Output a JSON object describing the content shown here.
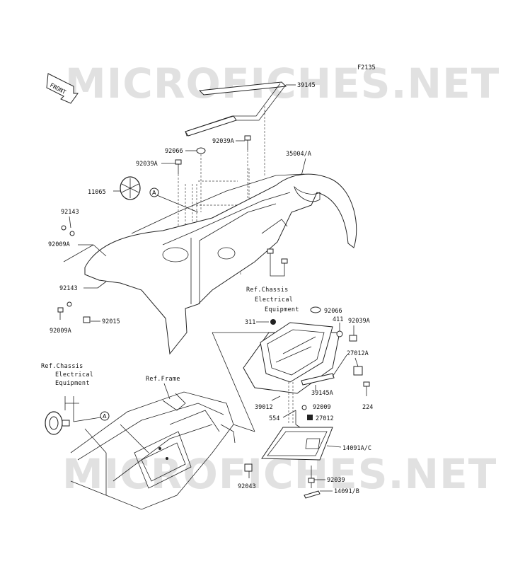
{
  "diagram_id": "F2135",
  "watermark": "MICROFICHES.NET",
  "front_arrow": "FRONT",
  "callout_marker": "A",
  "parts": {
    "p39145": "39145",
    "p92066_top": "92066",
    "p92039A_top": "92039A",
    "p92039A_left": "92039A",
    "p35004A": "35004/A",
    "p11065": "11065",
    "p92143_top": "92143",
    "p92009A_top": "92009A",
    "p92143_mid": "92143",
    "p92009A_bot": "92009A",
    "p92015": "92015",
    "p92066_right": "92066",
    "p311": "311",
    "p411": "411",
    "p92039A_right": "92039A",
    "p27012A": "27012A",
    "p39145A": "39145A",
    "p224": "224",
    "p39012": "39012",
    "p92009": "92009",
    "p554": "554",
    "p27012": "27012",
    "p14091AC": "14091A/C",
    "p92043": "92043",
    "p92039": "92039",
    "p14091B": "14091/B"
  },
  "refs": {
    "chassis_right": [
      "Ref.Chassis",
      "Electrical",
      "Equipment"
    ],
    "chassis_left": [
      "Ref.Chassis",
      "Electrical",
      "Equipment"
    ],
    "frame": "Ref.Frame"
  }
}
